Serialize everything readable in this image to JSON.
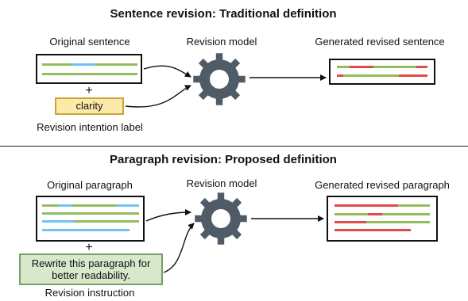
{
  "colors": {
    "green": "#93bd5c",
    "blue": "#6ec3ef",
    "red": "#e14a4a",
    "gear": "#4f5b66",
    "label_fill": "#fde9a9",
    "label_border": "#c8a63b",
    "instruction_fill": "#d7e8cb",
    "instruction_border": "#7b9e65"
  },
  "top": {
    "heading": "Sentence revision: Traditional definition",
    "original_label": "Original sentence",
    "model_label": "Revision model",
    "generated_label": "Generated revised sentence",
    "plus": "+",
    "intention_box": "clarity",
    "intention_caption": "Revision intention label",
    "gear_icon": "gear-icon"
  },
  "bottom": {
    "heading": "Paragraph revision: Proposed definition",
    "original_label": "Original paragraph",
    "model_label": "Revision model",
    "generated_label": "Generated revised paragraph",
    "plus": "+",
    "instruction_box_line1": "Rewrite this paragraph for",
    "instruction_box_line2": "better readability.",
    "instruction_caption": "Revision instruction",
    "gear_icon": "gear-icon"
  }
}
